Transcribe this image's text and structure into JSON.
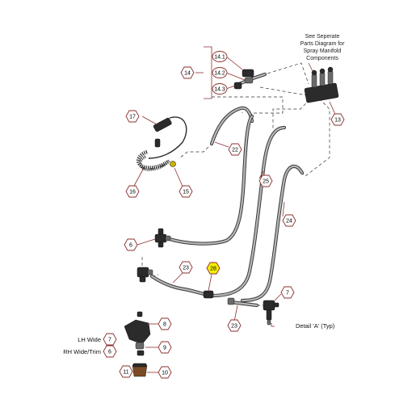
{
  "note": {
    "line1": "See Seperate",
    "line2": "Parts Diagram for",
    "line3": "Spray Manifold",
    "line4": "Components"
  },
  "callouts": {
    "c14": "14",
    "c14_1": "14.1",
    "c14_2": "14.2",
    "c14_3": "14.3",
    "c13": "13",
    "c17": "17",
    "c22": "22",
    "c25": "25",
    "c16": "16",
    "c15": "15",
    "c24": "24",
    "c6a": "6",
    "c23a": "23",
    "c28": "28",
    "c7a": "7",
    "c23b": "23",
    "c8": "8",
    "c7b": "7",
    "c6b": "6",
    "c9": "9",
    "c11": "11",
    "c10": "10"
  },
  "labels": {
    "detail": "Detail 'A' (Typ)",
    "lh_wide": "LH Wide",
    "rh_wide_trim": "RH Wide/Trim"
  },
  "colors": {
    "leader": "#8b2f2f",
    "highlight": "#f6ee00",
    "tube": "#3a3a3a"
  }
}
